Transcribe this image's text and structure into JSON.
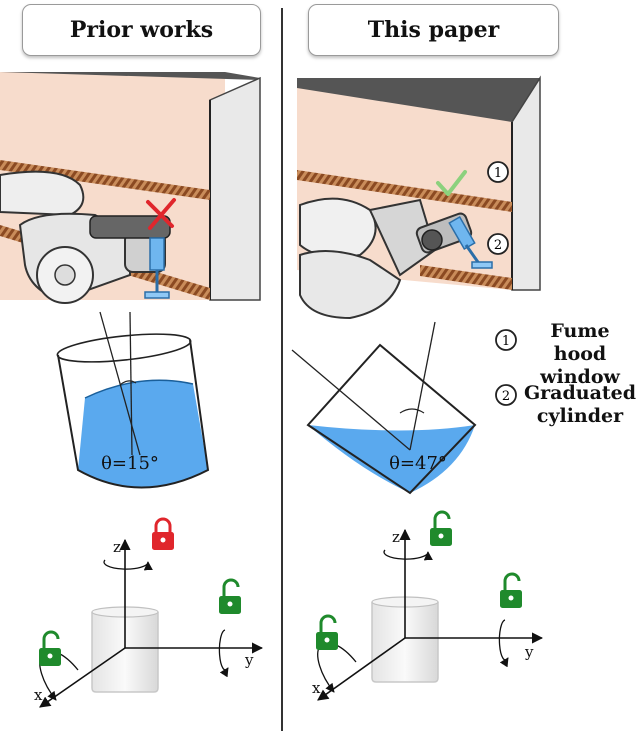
{
  "headers": {
    "left": "Prior works",
    "right": "This paper"
  },
  "left_panel": {
    "angle_label": "θ=15°"
  },
  "right_panel": {
    "angle_label": "θ=47°"
  },
  "markers": {
    "one": "1",
    "two": "2"
  },
  "legend": {
    "item1": {
      "number": "1",
      "line1": "Fume hood",
      "line2": "window"
    },
    "item2": {
      "number": "2",
      "line1": "Graduated",
      "line2": "cylinder"
    }
  },
  "axes": {
    "x": "x",
    "y": "y",
    "z": "z"
  },
  "colors": {
    "water": "#5aa9ee",
    "locked": "#e0262c",
    "unlocked": "#1f8a2c",
    "wall": "#f6dccb",
    "shelf": "#a0522d",
    "cross": "#e0262c",
    "check": "#8cd17d"
  }
}
